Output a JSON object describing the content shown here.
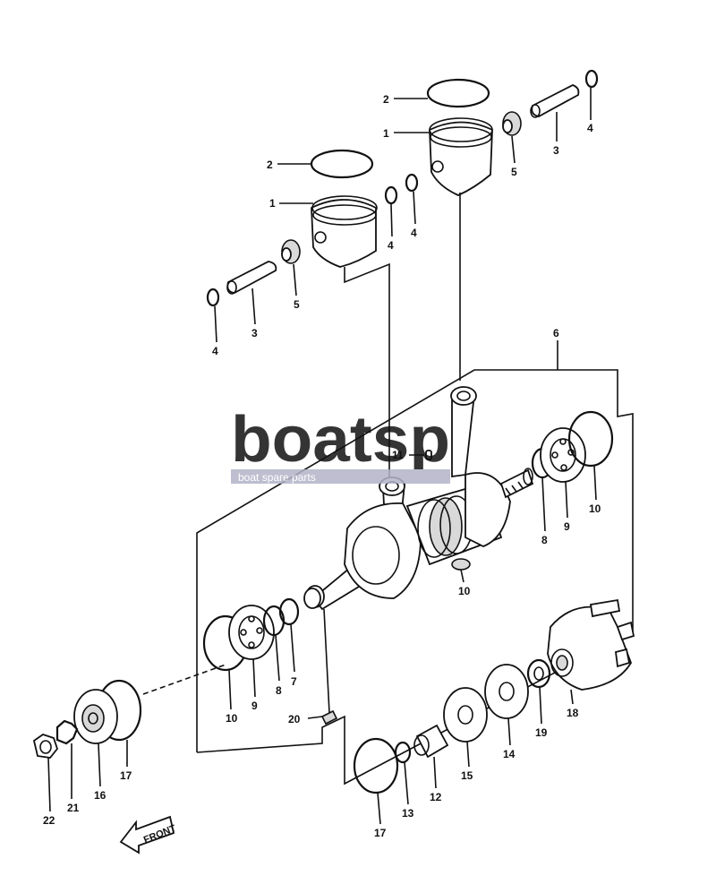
{
  "watermark": {
    "brand": "boatsp",
    "tagline": "boat spare parts"
  },
  "front_label": "FRONT",
  "callouts": {
    "c1a": "1",
    "c1b": "1",
    "c2a": "2",
    "c2b": "2",
    "c3a": "3",
    "c3b": "3",
    "c4a": "4",
    "c4b": "4",
    "c4c": "4",
    "c4d": "4",
    "c5a": "5",
    "c5b": "5",
    "c6": "6",
    "c7": "7",
    "c8a": "8",
    "c8b": "8",
    "c9a": "9",
    "c9b": "9",
    "c10a": "10",
    "c10b": "10",
    "c10c": "10",
    "c11": "11",
    "c12": "12",
    "c13": "13",
    "c14": "14",
    "c15": "15",
    "c16": "16",
    "c17a": "17",
    "c17b": "17",
    "c18": "18",
    "c19": "19",
    "c20": "20",
    "c21": "21",
    "c22": "22"
  }
}
